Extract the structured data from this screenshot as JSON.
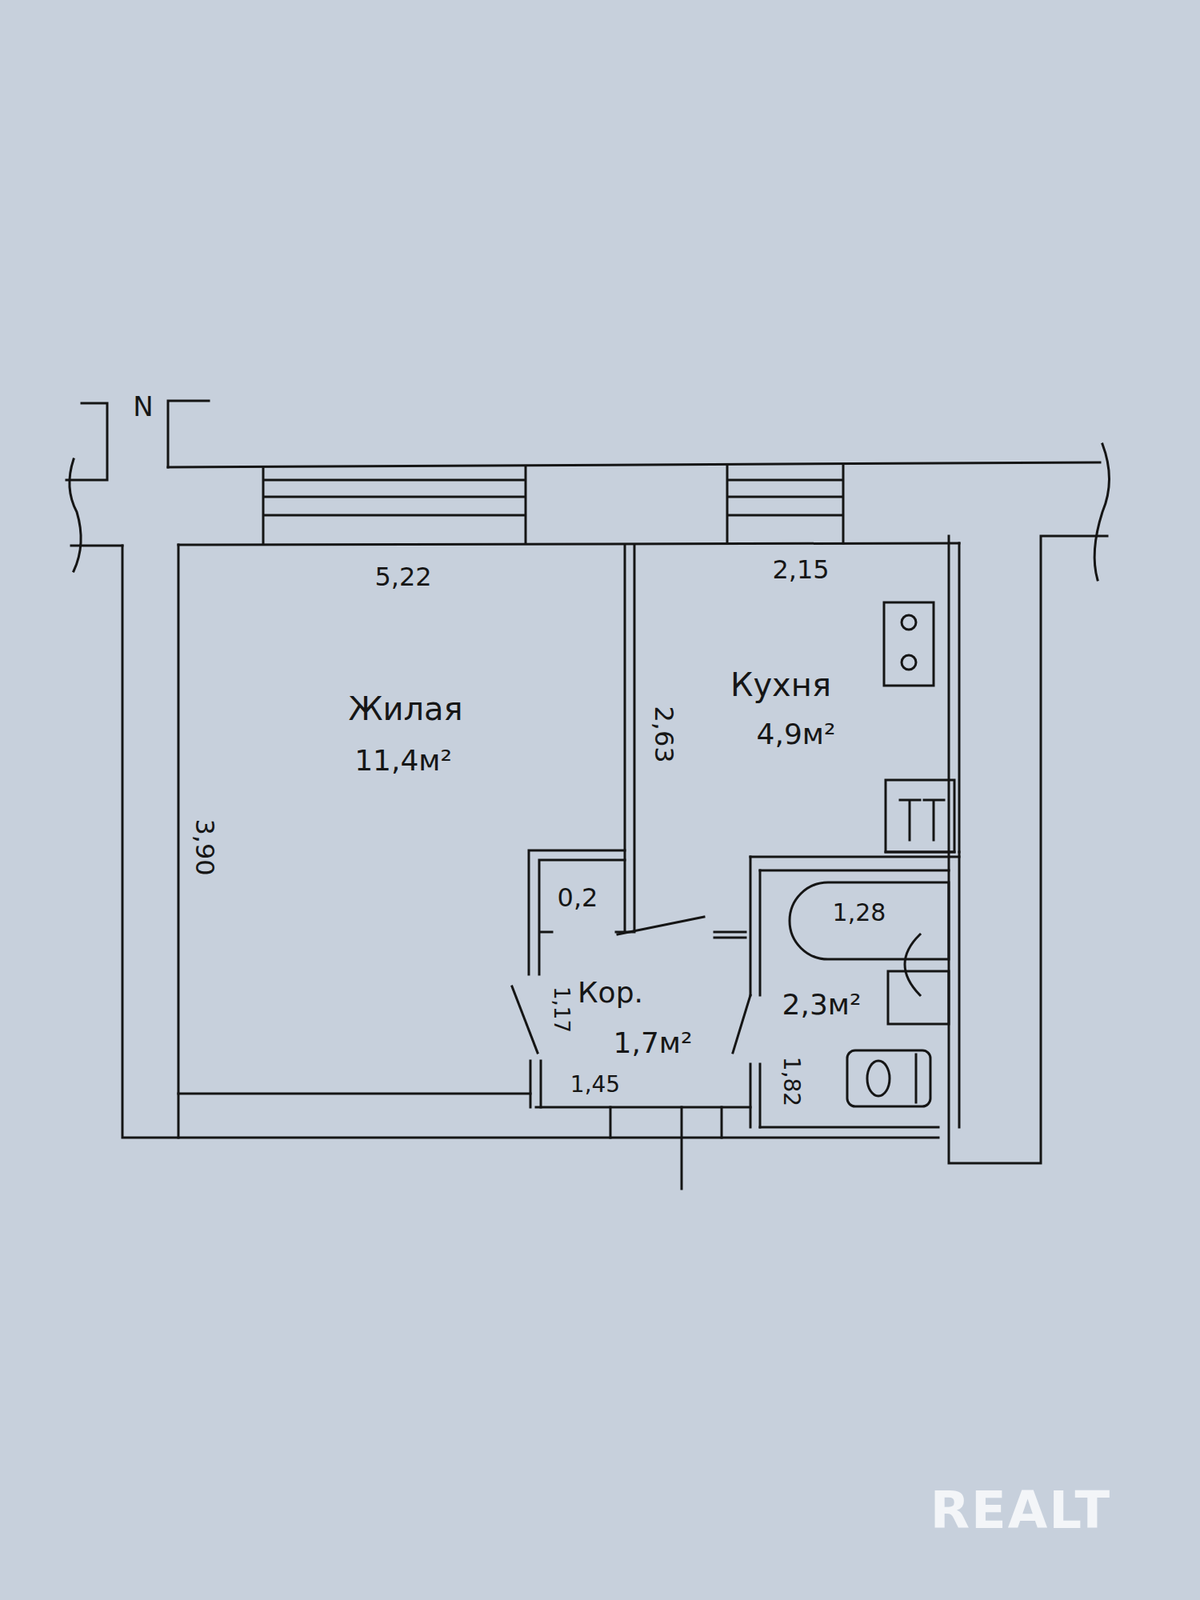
{
  "diagram": {
    "nodes": [
      {
        "text": [
          "Жилая",
          "11,4м²"
        ]
      },
      {
        "text": [
          "Кухня",
          "4,9м²"
        ]
      },
      {
        "text": [
          "0,2"
        ]
      },
      {
        "text": [
          "Кор.",
          "1,7м²"
        ]
      },
      {
        "text": [
          "2,3м²"
        ]
      }
    ],
    "labels": [
      "N",
      "5,22",
      "2,15",
      "2,63",
      "3,90",
      "1,28",
      "1,17",
      "1,45",
      "1,82",
      "REALT"
    ]
  }
}
